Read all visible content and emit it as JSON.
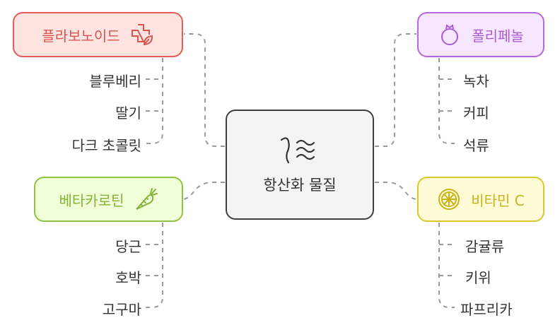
{
  "center": {
    "label": "항산화 물질",
    "icon": "scent-waves-icon"
  },
  "branches": {
    "flavonoid": {
      "label": "플라보노이드",
      "icon": "medical-leaf-icon",
      "color": "#e35d5a",
      "items": [
        "블루베리",
        "딸기",
        "다크 초콜릿"
      ]
    },
    "polyphenol": {
      "label": "폴리페놀",
      "icon": "pomegranate-icon",
      "color": "#b36ae0",
      "items": [
        "녹차",
        "커피",
        "석류"
      ]
    },
    "betacarotene": {
      "label": "베타카로틴",
      "icon": "carrot-icon",
      "color": "#93c243",
      "items": [
        "당근",
        "호박",
        "고구마"
      ]
    },
    "vitaminc": {
      "label": "비타민 C",
      "icon": "citrus-slice-icon",
      "color": "#d9c92c",
      "items": [
        "감귤류",
        "키위",
        "파프리카"
      ]
    }
  }
}
